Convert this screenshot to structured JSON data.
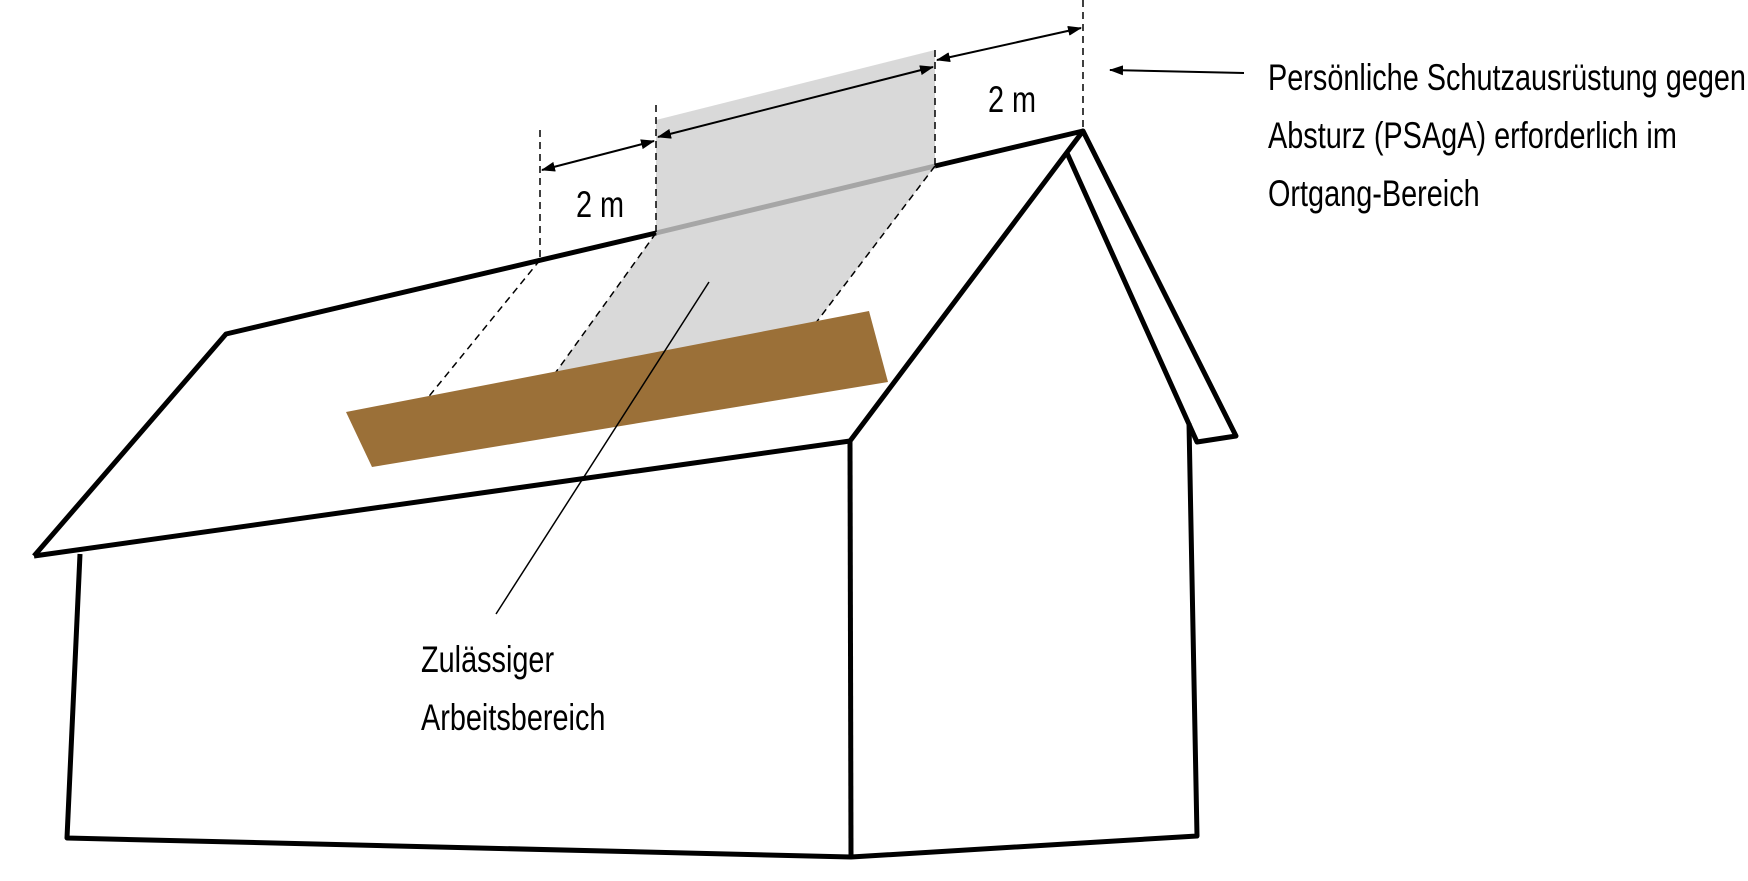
{
  "colors": {
    "outline": "#000000",
    "work_zone": "#d9d9d9",
    "ridge_segment": "#a6a6a6",
    "wood_plank": "#9b7038",
    "background": "#ffffff"
  },
  "dimension_left": {
    "label": "2 m"
  },
  "dimension_right": {
    "label": "2 m"
  },
  "callout_top": {
    "lines": [
      "Persönliche Schutzausrüstung gegen",
      "Absturz (PSAgA) erforderlich im",
      "Ortgang-Bereich"
    ]
  },
  "callout_bottom": {
    "lines": [
      "Zulässiger",
      "Arbeitsbereich"
    ]
  }
}
